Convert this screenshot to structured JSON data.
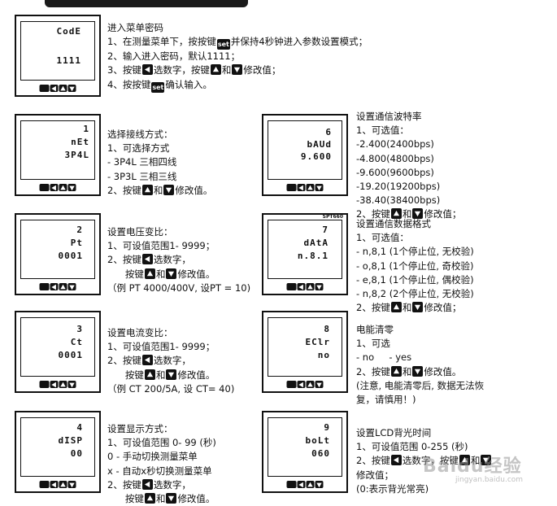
{
  "meters": [
    {
      "id": "code",
      "lines": [
        "CodE",
        "",
        "1111"
      ]
    },
    {
      "id": "net",
      "lines": [
        "1",
        "nEt",
        "3P4L"
      ]
    },
    {
      "id": "baud",
      "lines": [
        "6",
        "bAUd",
        "9.600"
      ]
    },
    {
      "id": "pt",
      "lines": [
        "2",
        "Pt",
        "0001"
      ]
    },
    {
      "id": "data",
      "lines": [
        "7",
        "dAtA",
        "n.8.1"
      ],
      "brand": "SPT660"
    },
    {
      "id": "ct",
      "lines": [
        "3",
        "Ct",
        "0001"
      ]
    },
    {
      "id": "eclr",
      "lines": [
        "8",
        "EClr",
        "no"
      ]
    },
    {
      "id": "disp",
      "lines": [
        "4",
        "dISP",
        "00"
      ]
    },
    {
      "id": "bolt",
      "lines": [
        "9",
        "boLt",
        "060"
      ]
    }
  ],
  "set_label": "set",
  "blocks": {
    "code": [
      "进入菜单密码",
      "1、在测量菜单下，按按键[set]并保持4秒钟进入参数设置模式；",
      "2、输入进入密码，默认1111；",
      "3、按键[L]选数字，按键[U]和[D]修改值；",
      "4、按按键[set]确认输入。"
    ],
    "net": [
      "选择接线方式：",
      "1、可选择方式",
      "- 3P4L 三相四线",
      "- 3P3L 三相三线",
      "2、按键[U]和[D]修改值。"
    ],
    "baud": [
      "设置通信波特率",
      "1、可选值：",
      "-2.400(2400bps)",
      "-4.800(4800bps)",
      "-9.600(9600bps)",
      "-19.20(19200bps)",
      "-38.40(38400bps)",
      "2、按键[U]和[D]修改值；"
    ],
    "pt": [
      "设置电压变比：",
      "1、可设值范围1- 9999；",
      "2、按键[L]选数字，",
      "      按键[U]和[D]修改值。",
      "（例 PT 4000/400V, 设PT = 10)"
    ],
    "data": [
      "设置通信数据格式",
      "1、可选值：",
      "- n,8,1 (1个停止位, 无校验)",
      "- o,8,1 (1个停止位, 奇校验)",
      "- e,8,1 (1个停止位, 偶校验)",
      "- n,8,2 (2个停止位, 无校验)",
      "2、按键[U]和[D]修改值；"
    ],
    "ct": [
      "设置电流变比：",
      "1、可设值范围1- 9999；",
      "2、按键[L]选数字，",
      "      按键[U]和[D]修改值。",
      "（例 CT 200/5A, 设 CT= 40)"
    ],
    "eclr": [
      "电能清零",
      "1、可选",
      "- no     - yes",
      "2、按键[U]和[D]修改值。",
      "(注意, 电能清零后, 数据无法恢",
      "复，请慎用！)"
    ],
    "disp": [
      "设置显示方式：",
      "1、可设值范围 0- 99 (秒)",
      "0 - 手动切换测量菜单",
      "x - 自动x秒切换测量菜单",
      "2、按键[L]选数字，",
      "      按键[U]和[D]修改值。"
    ],
    "bolt": [
      "设置LCD背光时间",
      "1、可设值范围 0-255 (秒)",
      "2、按键[L]选数字，按键[U]和[D]",
      "修改值；",
      "(0:表示背光常亮)"
    ]
  },
  "watermark": "Baidu经验",
  "watermark_sub": "jingyan.baidu.com"
}
